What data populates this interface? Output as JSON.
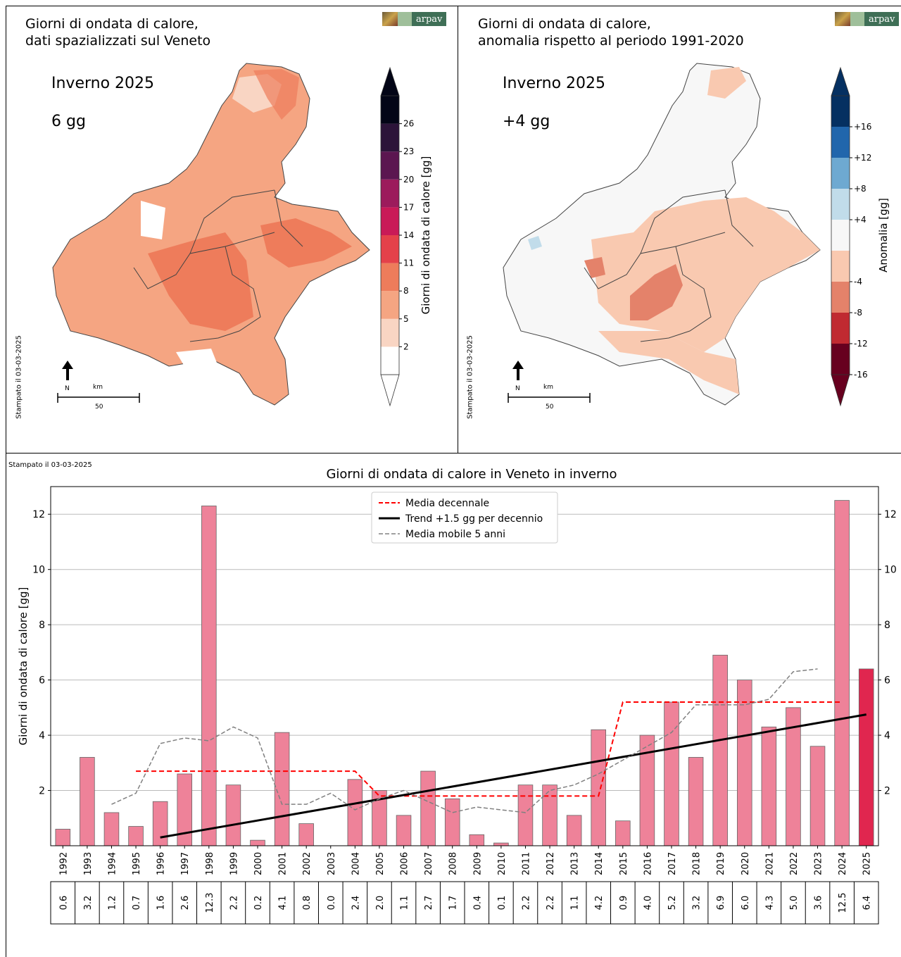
{
  "stamp_text": "Stampato il 03-03-2025",
  "logo_text": "arpav",
  "map_left": {
    "title": "Giorni di ondata di calore,\ndati spazializzati sul Veneto",
    "season": "Inverno 2025",
    "value": "6 gg",
    "colorbar_label": "Giorni di ondata di calore [gg]",
    "colorbar_ticks": [
      "2",
      "5",
      "8",
      "11",
      "14",
      "17",
      "20",
      "23",
      "26"
    ],
    "colorbar_colors": [
      "#ffffff",
      "#f9d5c3",
      "#f5a582",
      "#ee7c5b",
      "#e4414a",
      "#c91a57",
      "#9c1b5c",
      "#5b1650",
      "#2c1439",
      "#030516"
    ],
    "north_label": "N",
    "scale_unit": "km",
    "scale_value": "50"
  },
  "map_right": {
    "title": "Giorni di ondata di calore,\nanomalia rispetto al periodo 1991-2020",
    "season": "Inverno 2025",
    "value": "+4 gg",
    "colorbar_label": "Anomalia [gg]",
    "colorbar_ticks": [
      "+16",
      "+12",
      "+8",
      "+4",
      "-4",
      "-8",
      "-12",
      "-16"
    ],
    "colorbar_colors": [
      "#67001f",
      "#c02a31",
      "#e4826a",
      "#f9c9b0",
      "#f7f7f7",
      "#c1dcea",
      "#6ea9d1",
      "#2166ac",
      "#053061"
    ],
    "north_label": "N",
    "scale_unit": "km",
    "scale_value": "50"
  },
  "chart_data": {
    "type": "bar",
    "title": "Giorni di ondata di calore in Veneto in inverno",
    "ylabel": "Giorni di ondata di calore [gg]",
    "ylim": [
      0,
      13
    ],
    "yticks": [
      2,
      4,
      6,
      8,
      10,
      12
    ],
    "grid": true,
    "categories": [
      "1992",
      "1993",
      "1994",
      "1995",
      "1996",
      "1997",
      "1998",
      "1999",
      "2000",
      "2001",
      "2002",
      "2003",
      "2004",
      "2005",
      "2006",
      "2007",
      "2008",
      "2009",
      "2010",
      "2011",
      "2012",
      "2013",
      "2014",
      "2015",
      "2016",
      "2017",
      "2018",
      "2019",
      "2020",
      "2021",
      "2022",
      "2023",
      "2024",
      "2025"
    ],
    "values": [
      0.6,
      3.2,
      1.2,
      0.7,
      1.6,
      2.6,
      12.3,
      2.2,
      0.2,
      4.1,
      0.8,
      0.0,
      2.4,
      2.0,
      1.1,
      2.7,
      1.7,
      0.4,
      0.1,
      2.2,
      2.2,
      1.1,
      4.2,
      0.9,
      4.0,
      5.2,
      3.2,
      6.9,
      6.0,
      4.3,
      5.0,
      3.6,
      12.5,
      6.4
    ],
    "table_values": [
      "0.6",
      "3.2",
      "1.2",
      "0.7",
      "1.6",
      "2.6",
      "12.3",
      "2.2",
      "0.2",
      "4.1",
      "0.8",
      "0.0",
      "2.4",
      "2.0",
      "1.1",
      "2.7",
      "1.7",
      "0.4",
      "0.1",
      "2.2",
      "2.2",
      "1.1",
      "4.2",
      "0.9",
      "4.0",
      "5.2",
      "3.2",
      "6.9",
      "6.0",
      "4.3",
      "5.0",
      "3.6",
      "12.5",
      "6.4"
    ],
    "bar_color": "#ee8299",
    "highlight_color": "#e0264f",
    "highlight_category": "2025",
    "legend_position": "top-center",
    "legend": [
      {
        "label": "Media decennale",
        "color": "#ff0000",
        "style": "dashed"
      },
      {
        "label": "Trend +1.5 gg per decennio",
        "color": "#000000",
        "style": "solid"
      },
      {
        "label": "Media mobile 5 anni",
        "color": "#808080",
        "style": "dashed"
      }
    ],
    "series": [
      {
        "name": "Media decennale",
        "segments": [
          {
            "x": [
              "1995",
              "2004"
            ],
            "y": 2.7
          },
          {
            "x": [
              "2005",
              "2014"
            ],
            "y": 1.8
          },
          {
            "x": [
              "2015",
              "2024"
            ],
            "y": 5.2
          }
        ]
      },
      {
        "name": "Trend +1.5 gg per decennio",
        "x": [
          "1996",
          "2025"
        ],
        "y": [
          0.3,
          4.75
        ]
      },
      {
        "name": "Media mobile 5 anni",
        "x": [
          "1994",
          "1995",
          "1996",
          "1997",
          "1998",
          "1999",
          "2000",
          "2001",
          "2002",
          "2003",
          "2004",
          "2005",
          "2006",
          "2007",
          "2008",
          "2009",
          "2010",
          "2011",
          "2012",
          "2013",
          "2014",
          "2015",
          "2016",
          "2017",
          "2018",
          "2019",
          "2020",
          "2021",
          "2022",
          "2023"
        ],
        "y": [
          1.5,
          1.9,
          3.7,
          3.9,
          3.8,
          4.3,
          3.9,
          1.5,
          1.5,
          1.9,
          1.3,
          1.7,
          2.0,
          1.6,
          1.2,
          1.4,
          1.3,
          1.2,
          2.0,
          2.2,
          2.6,
          3.1,
          3.6,
          4.1,
          5.1,
          5.1,
          5.1,
          5.3,
          6.3,
          6.4
        ]
      }
    ]
  }
}
